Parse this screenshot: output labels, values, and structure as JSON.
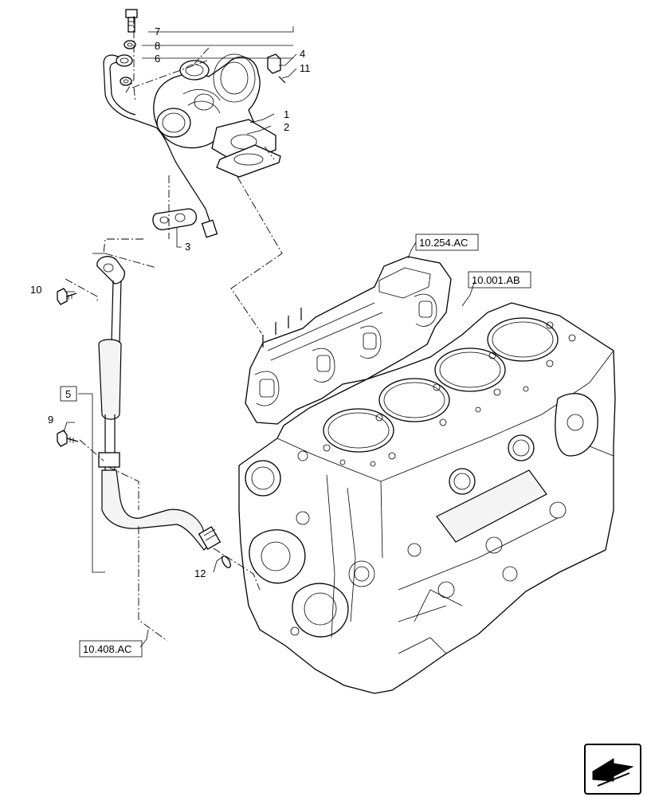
{
  "callouts": {
    "c1": "1",
    "c2": "2",
    "c3": "3",
    "c4": "4",
    "c5": "5",
    "c6": "6",
    "c7": "7",
    "c8": "8",
    "c9": "9",
    "c10": "10",
    "c11": "11",
    "c12": "12"
  },
  "references": {
    "cylinder_head": "10.254.AC",
    "engine_block": "10.001.AB",
    "oil_return": "10.408.AC"
  },
  "icons": {
    "nav": "next-page-arrow-icon"
  }
}
